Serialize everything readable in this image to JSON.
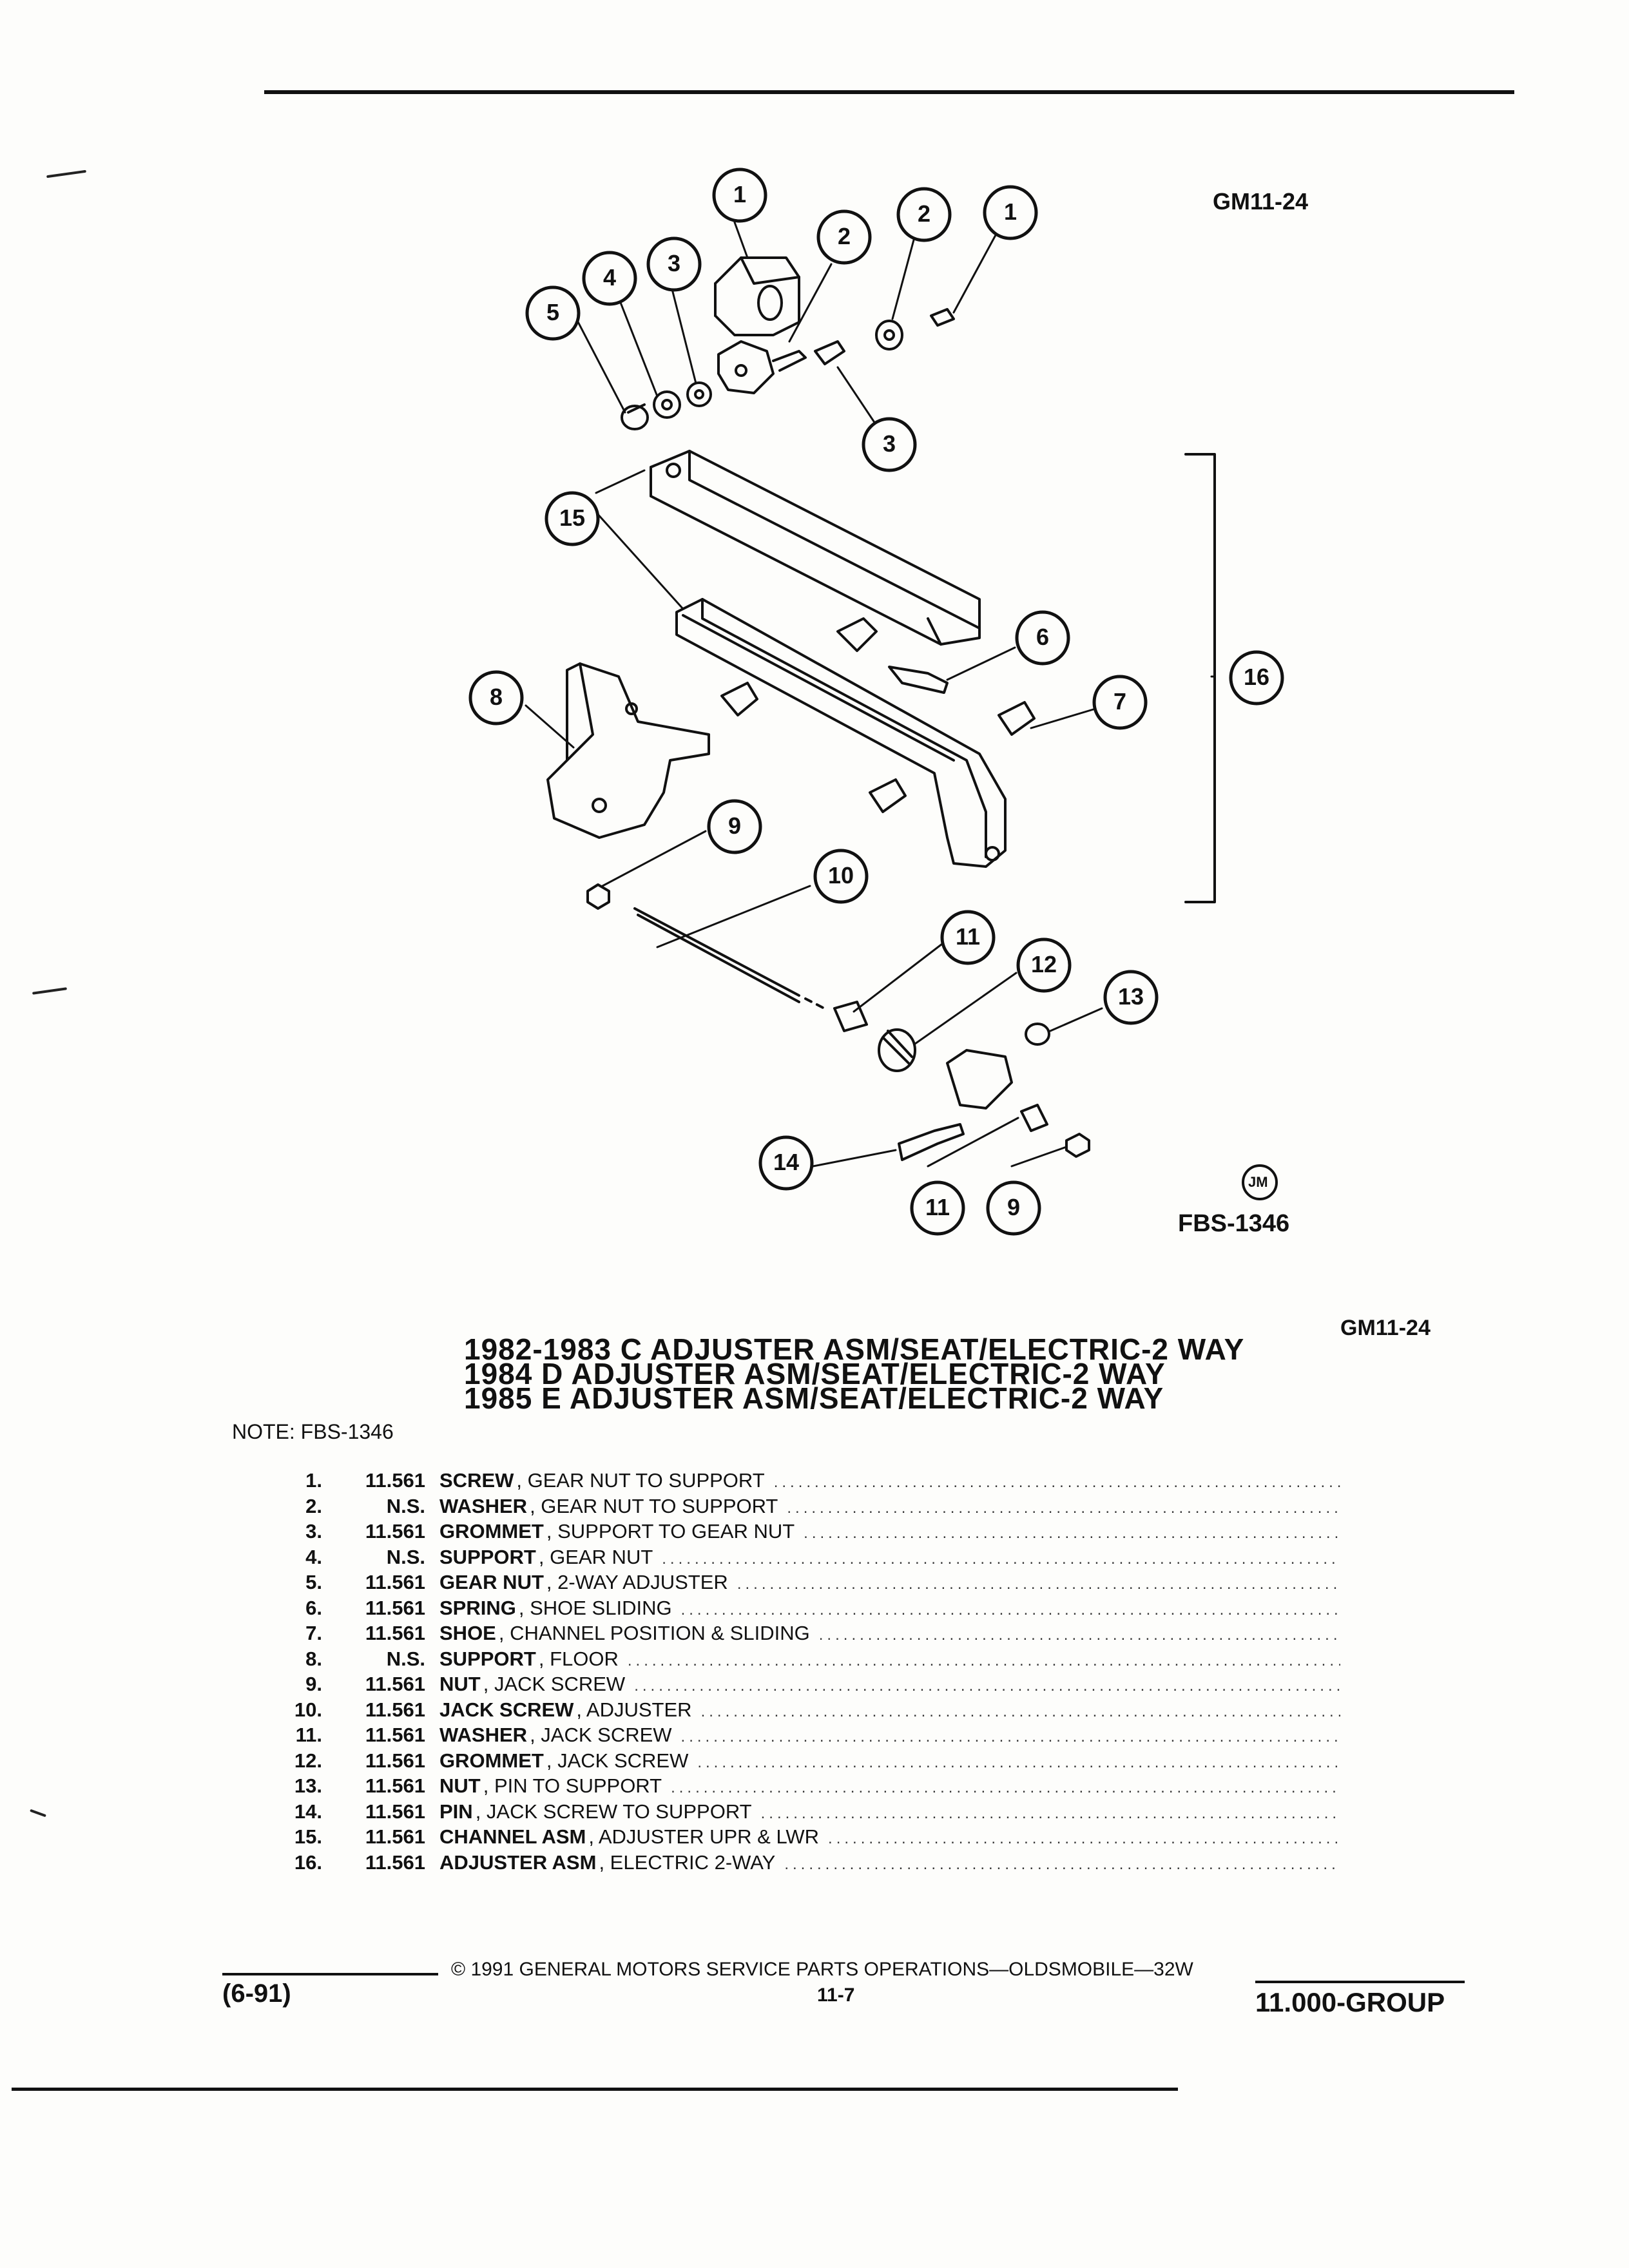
{
  "header": {
    "figure_code_top": "GM11-24"
  },
  "diagram": {
    "callouts": [
      "1",
      "2",
      "3",
      "4",
      "5",
      "2",
      "1",
      "3",
      "15",
      "6",
      "16",
      "8",
      "7",
      "9",
      "10",
      "11",
      "12",
      "13",
      "14",
      "11",
      "9"
    ],
    "logo_text": "JM",
    "figure_id": "FBS-1346"
  },
  "section": {
    "figure_code": "GM11-24",
    "titles": [
      "1982-1983 C ADJUSTER ASM/SEAT/ELECTRIC-2 WAY",
      "1984 D ADJUSTER ASM/SEAT/ELECTRIC-2 WAY",
      "1985 E ADJUSTER ASM/SEAT/ELECTRIC-2 WAY"
    ],
    "note": "NOTE:  FBS-1346"
  },
  "parts": [
    {
      "num": "1.",
      "code": "11.561",
      "name": "SCREW",
      "desc": ", GEAR NUT TO SUPPORT"
    },
    {
      "num": "2.",
      "code": "N.S.",
      "name": "WASHER",
      "desc": ", GEAR NUT TO SUPPORT"
    },
    {
      "num": "3.",
      "code": "11.561",
      "name": "GROMMET",
      "desc": ", SUPPORT TO GEAR NUT"
    },
    {
      "num": "4.",
      "code": "N.S.",
      "name": "SUPPORT",
      "desc": ", GEAR NUT"
    },
    {
      "num": "5.",
      "code": "11.561",
      "name": "GEAR NUT",
      "desc": ", 2-WAY ADJUSTER"
    },
    {
      "num": "6.",
      "code": "11.561",
      "name": "SPRING",
      "desc": ", SHOE SLIDING"
    },
    {
      "num": "7.",
      "code": "11.561",
      "name": "SHOE",
      "desc": ", CHANNEL POSITION & SLIDING"
    },
    {
      "num": "8.",
      "code": "N.S.",
      "name": "SUPPORT",
      "desc": ", FLOOR"
    },
    {
      "num": "9.",
      "code": "11.561",
      "name": "NUT",
      "desc": ", JACK SCREW"
    },
    {
      "num": "10.",
      "code": "11.561",
      "name": "JACK SCREW",
      "desc": ", ADJUSTER"
    },
    {
      "num": "11.",
      "code": "11.561",
      "name": "WASHER",
      "desc": ", JACK SCREW"
    },
    {
      "num": "12.",
      "code": "11.561",
      "name": "GROMMET",
      "desc": ", JACK SCREW"
    },
    {
      "num": "13.",
      "code": "11.561",
      "name": "NUT",
      "desc": ", PIN TO SUPPORT"
    },
    {
      "num": "14.",
      "code": "11.561",
      "name": "PIN",
      "desc": ", JACK SCREW TO SUPPORT"
    },
    {
      "num": "15.",
      "code": "11.561",
      "name": "CHANNEL ASM",
      "desc": ", ADJUSTER UPR & LWR"
    },
    {
      "num": "16.",
      "code": "11.561",
      "name": "ADJUSTER ASM",
      "desc": ", ELECTRIC 2-WAY"
    }
  ],
  "footer": {
    "date": "(6-91)",
    "copyright": "©  1991  GENERAL MOTORS SERVICE PARTS OPERATIONS—OLDSMOBILE—32W",
    "page": "11-7",
    "group": "11.000-GROUP"
  }
}
